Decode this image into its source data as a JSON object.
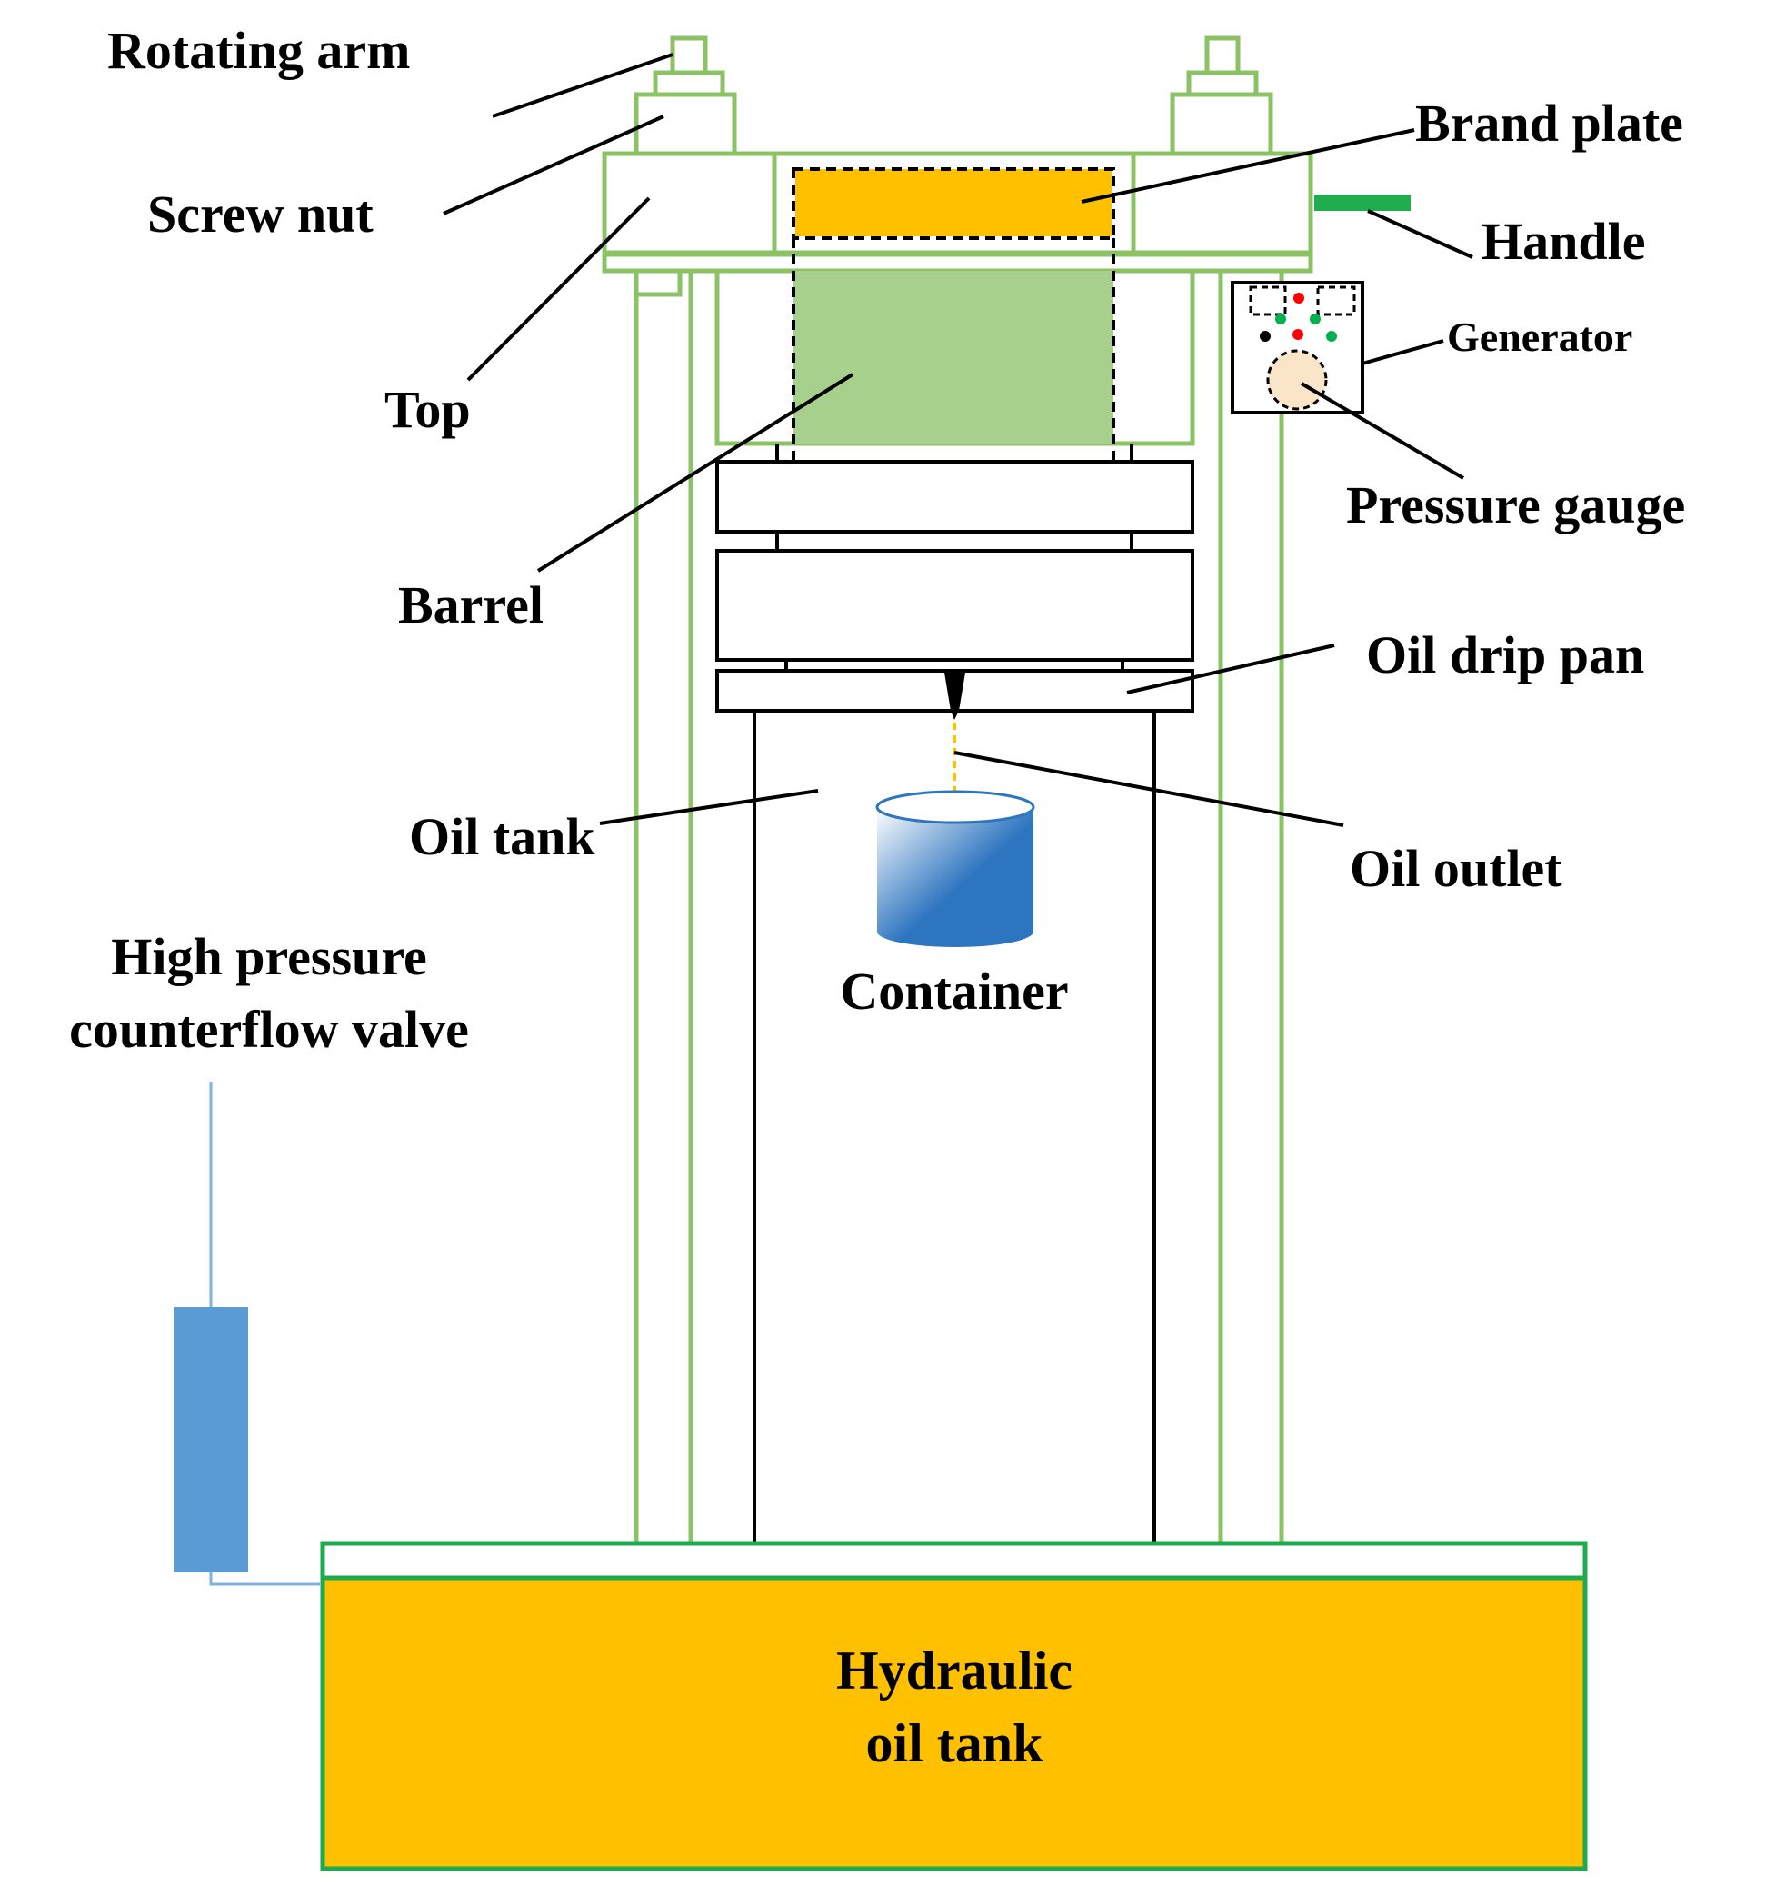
{
  "labels": {
    "rotating_arm": "Rotating arm",
    "screw_nut": "Screw nut",
    "top": "Top",
    "barrel": "Barrel",
    "brand_plate": "Brand plate",
    "handle": "Handle",
    "generator": "Generator",
    "pressure_gauge": "Pressure gauge",
    "oil_drip_pan": "Oil drip pan",
    "oil_tank": "Oil tank",
    "oil_outlet": "Oil outlet",
    "container": "Container",
    "hp_valve_line1": "High pressure",
    "hp_valve_line2": "counterflow valve",
    "hydraulic_line1": "Hydraulic",
    "hydraulic_line2": "oil tank"
  },
  "colors": {
    "frame_green": "#8bc264",
    "handle_green": "#1fad50",
    "base_outline_green": "#1faa4e",
    "barrel_fill": "#a8d08d",
    "brand_plate_fill": "#ffc000",
    "hydraulic_tank_fill": "#ffc000",
    "valve_blue": "#5b9bd5",
    "pipe_blue": "#7fb2e0",
    "gauge_fill": "#fbe5c8",
    "indicator_red": "#ff0000",
    "indicator_green": "#00b050",
    "indicator_black": "#000000",
    "container_blue": "#2e75c0",
    "oil_drip": "#ffc000",
    "ink": "#000000"
  }
}
